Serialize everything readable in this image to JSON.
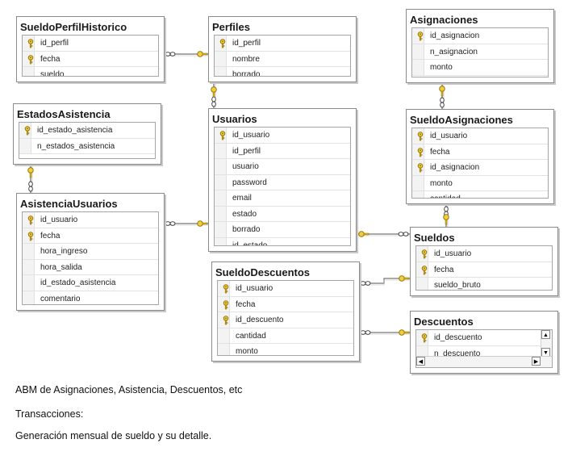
{
  "tables": [
    {
      "id": "sueldoperfilhistorico",
      "name": "SueldoPerfilHistorico",
      "columns": [
        {
          "name": "id_perfil",
          "pk": true
        },
        {
          "name": "fecha",
          "pk": true
        },
        {
          "name": "sueldo",
          "pk": false
        }
      ]
    },
    {
      "id": "perfiles",
      "name": "Perfiles",
      "columns": [
        {
          "name": "id_perfil",
          "pk": true
        },
        {
          "name": "nombre",
          "pk": false
        },
        {
          "name": "borrado",
          "pk": false
        }
      ]
    },
    {
      "id": "asignaciones",
      "name": "Asignaciones",
      "columns": [
        {
          "name": "id_asignacion",
          "pk": true
        },
        {
          "name": "n_asignacion",
          "pk": false
        },
        {
          "name": "monto",
          "pk": false
        }
      ]
    },
    {
      "id": "estadosasistencia",
      "name": "EstadosAsistencia",
      "columns": [
        {
          "name": "id_estado_asistencia",
          "pk": true
        },
        {
          "name": "n_estados_asistencia",
          "pk": false
        }
      ]
    },
    {
      "id": "usuarios",
      "name": "Usuarios",
      "columns": [
        {
          "name": "id_usuario",
          "pk": true
        },
        {
          "name": "id_perfil",
          "pk": false
        },
        {
          "name": "usuario",
          "pk": false
        },
        {
          "name": "password",
          "pk": false
        },
        {
          "name": "email",
          "pk": false
        },
        {
          "name": "estado",
          "pk": false
        },
        {
          "name": "borrado",
          "pk": false
        },
        {
          "name": "id_estado",
          "pk": false
        }
      ]
    },
    {
      "id": "sueldoasignaciones",
      "name": "SueldoAsignaciones",
      "columns": [
        {
          "name": "id_usuario",
          "pk": true
        },
        {
          "name": "fecha",
          "pk": true
        },
        {
          "name": "id_asignacion",
          "pk": true
        },
        {
          "name": "monto",
          "pk": false
        },
        {
          "name": "cantidad",
          "pk": false
        }
      ]
    },
    {
      "id": "asistenciausuarios",
      "name": "AsistenciaUsuarios",
      "columns": [
        {
          "name": "id_usuario",
          "pk": true
        },
        {
          "name": "fecha",
          "pk": true
        },
        {
          "name": "hora_ingreso",
          "pk": false
        },
        {
          "name": "hora_salida",
          "pk": false
        },
        {
          "name": "id_estado_asistencia",
          "pk": false
        },
        {
          "name": "comentario",
          "pk": false
        }
      ]
    },
    {
      "id": "sueldos",
      "name": "Sueldos",
      "columns": [
        {
          "name": "id_usuario",
          "pk": true
        },
        {
          "name": "fecha",
          "pk": true
        },
        {
          "name": "sueldo_bruto",
          "pk": false
        }
      ]
    },
    {
      "id": "sueldodescuentos",
      "name": "SueldoDescuentos",
      "columns": [
        {
          "name": "id_usuario",
          "pk": true
        },
        {
          "name": "fecha",
          "pk": true
        },
        {
          "name": "id_descuento",
          "pk": true
        },
        {
          "name": "cantidad",
          "pk": false
        },
        {
          "name": "monto",
          "pk": false
        }
      ]
    },
    {
      "id": "descuentos",
      "name": "Descuentos",
      "columns": [
        {
          "name": "id_descuento",
          "pk": true
        },
        {
          "name": "n_descuento",
          "pk": false
        }
      ]
    }
  ],
  "relationships": [
    {
      "from": "sueldoperfilhistorico",
      "to": "perfiles"
    },
    {
      "from": "usuarios",
      "to": "perfiles"
    },
    {
      "from": "sueldoasignaciones",
      "to": "asignaciones"
    },
    {
      "from": "asistenciausuarios",
      "to": "estadosasistencia"
    },
    {
      "from": "asistenciausuarios",
      "to": "usuarios"
    },
    {
      "from": "sueldos",
      "to": "usuarios"
    },
    {
      "from": "sueldos",
      "to": "sueldoasignaciones"
    },
    {
      "from": "sueldodescuentos",
      "to": "sueldos"
    },
    {
      "from": "sueldodescuentos",
      "to": "descuentos"
    }
  ],
  "notes": {
    "line1": "ABM de Asignaciones, Asistencia, Descuentos, etc",
    "line2": "Transacciones:",
    "line3": "Generación mensual de sueldo y su detalle."
  }
}
